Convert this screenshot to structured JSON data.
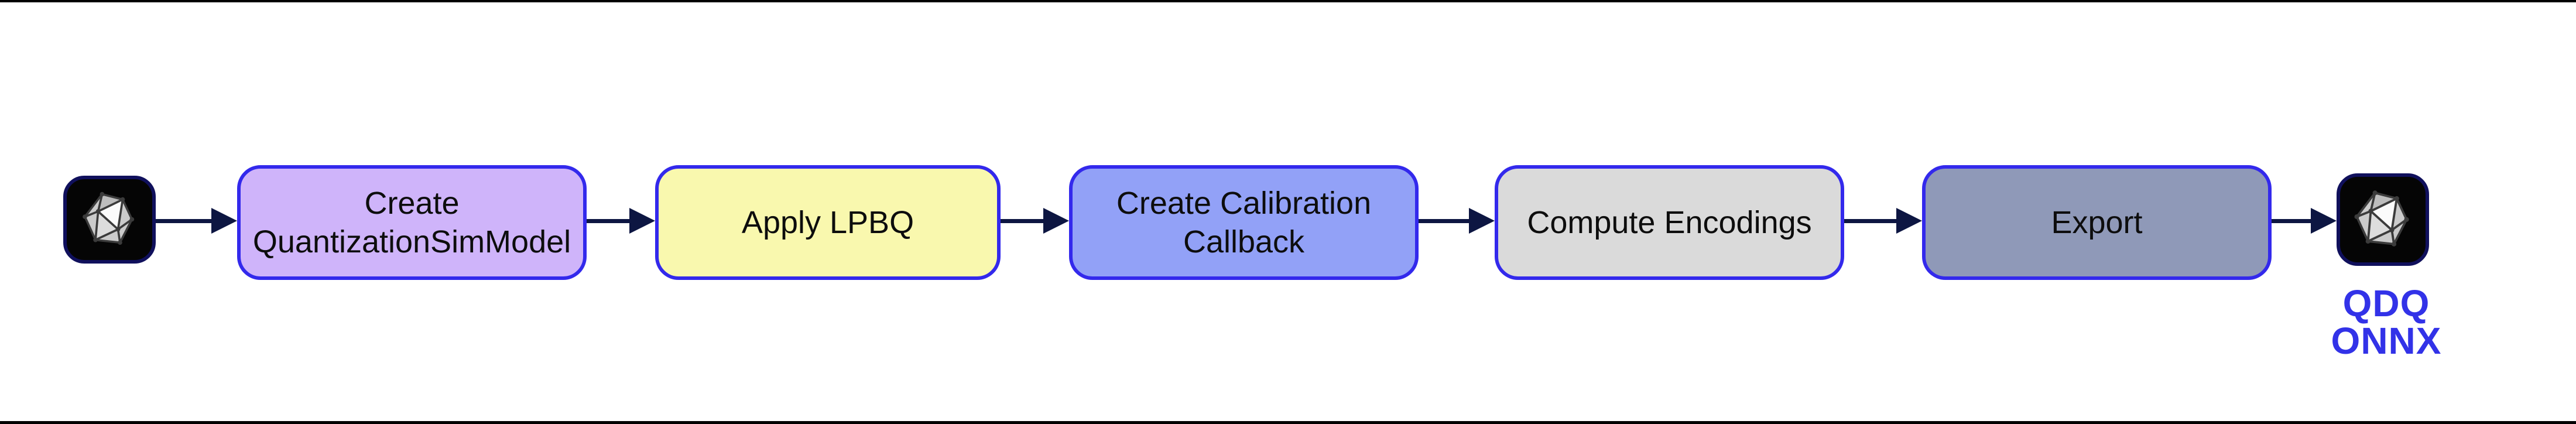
{
  "page": {
    "background": "#ffffff",
    "top_rule_color": "#000000",
    "bottom_rule_color": "#000000"
  },
  "flow": {
    "input_icon": "model-polyhedron-icon",
    "output_icon": "model-polyhedron-icon",
    "arrow_color": "#0d1642",
    "box_border_color": "#3329ec",
    "steps": [
      {
        "label": "Create\nQuantizationSimModel",
        "fill": "#cfb4fa"
      },
      {
        "label": "Apply LPBQ",
        "fill": "#f9f8ae"
      },
      {
        "label": "Create Calibration\nCallback",
        "fill": "#92a1f7"
      },
      {
        "label": "Compute Encodings",
        "fill": "#dadada"
      },
      {
        "label": "Export",
        "fill": "#8f99b8"
      }
    ],
    "output": {
      "label": "QDQ\nONNX",
      "label_color": "#3232e8"
    }
  }
}
